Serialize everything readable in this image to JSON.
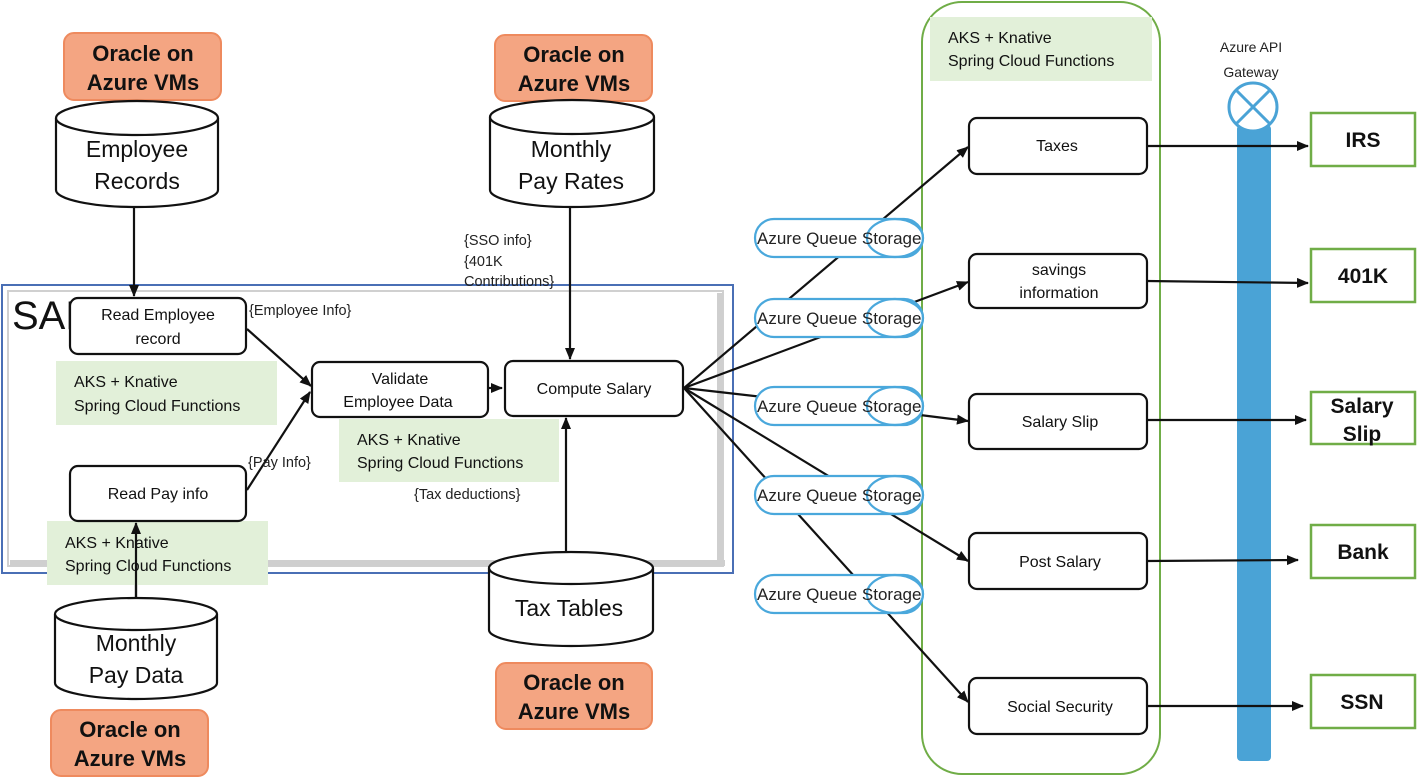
{
  "diagram": {
    "sap_label": "SAP",
    "oracle_badges": [
      {
        "id": "oracle-employee",
        "lines": [
          "Oracle on",
          "Azure VMs"
        ]
      },
      {
        "id": "oracle-payrates",
        "lines": [
          "Oracle on",
          "Azure VMs"
        ]
      },
      {
        "id": "oracle-paydata",
        "lines": [
          "Oracle on",
          "Azure VMs"
        ]
      },
      {
        "id": "oracle-taxtables",
        "lines": [
          "Oracle on",
          "Azure VMs"
        ]
      }
    ],
    "databases": [
      {
        "id": "employee-records",
        "lines": [
          "Employee",
          "Records"
        ]
      },
      {
        "id": "monthly-pay-rates",
        "lines": [
          "Monthly",
          "Pay Rates"
        ]
      },
      {
        "id": "monthly-pay-data",
        "lines": [
          "Monthly",
          "Pay Data"
        ]
      },
      {
        "id": "tax-tables",
        "lines": [
          "Tax Tables"
        ]
      }
    ],
    "sap_processes": [
      {
        "id": "read-employee-record",
        "lines": [
          "Read Employee",
          "record"
        ]
      },
      {
        "id": "read-pay-info",
        "lines": [
          "Read Pay info"
        ]
      },
      {
        "id": "validate-employee-data",
        "lines": [
          "Validate",
          "Employee Data"
        ]
      },
      {
        "id": "compute-salary",
        "lines": [
          "Compute Salary"
        ]
      }
    ],
    "aks_labels": [
      {
        "id": "aks-read-employee",
        "lines": [
          "AKS + Knative",
          "Spring Cloud Functions"
        ]
      },
      {
        "id": "aks-read-pay",
        "lines": [
          "AKS + Knative",
          "Spring Cloud Functions"
        ]
      },
      {
        "id": "aks-validate",
        "lines": [
          "AKS + Knative",
          "Spring Cloud Functions"
        ]
      },
      {
        "id": "aks-functions-group",
        "lines": [
          "AKS + Knative",
          "Spring Cloud Functions"
        ]
      }
    ],
    "flow_labels": {
      "employee_info": "{Employee Info}",
      "pay_info": "{Pay Info}",
      "tax_deductions": "{Tax deductions}",
      "sso_info": "{SSO info}",
      "contrib_1": "{401K",
      "contrib_2": "Contributions}"
    },
    "queues": [
      {
        "label": "Azure Queue Storage"
      },
      {
        "label": "Azure Queue Storage"
      },
      {
        "label": "Azure Queue Storage"
      },
      {
        "label": "Azure Queue Storage"
      },
      {
        "label": "Azure Queue Storage"
      }
    ],
    "functions": [
      {
        "id": "taxes",
        "lines": [
          "Taxes"
        ]
      },
      {
        "id": "savings-information",
        "lines": [
          "savings",
          "information"
        ]
      },
      {
        "id": "salary-slip",
        "lines": [
          "Salary Slip"
        ]
      },
      {
        "id": "post-salary",
        "lines": [
          "Post Salary"
        ]
      },
      {
        "id": "social-security",
        "lines": [
          "Social Security"
        ]
      }
    ],
    "gateway": {
      "lines": [
        "Azure API",
        "Gateway"
      ]
    },
    "external_systems": [
      {
        "id": "irs",
        "lines": [
          "IRS"
        ]
      },
      {
        "id": "401k",
        "lines": [
          "401K"
        ]
      },
      {
        "id": "salary-slip-ext",
        "lines": [
          "Salary",
          "Slip"
        ]
      },
      {
        "id": "bank",
        "lines": [
          "Bank"
        ]
      },
      {
        "id": "ssn",
        "lines": [
          "SSN"
        ]
      }
    ],
    "colors": {
      "oracle_fill": "#f4a582",
      "oracle_stroke": "#ee8a5e",
      "aks_fill": "#e2f0d9",
      "sap_border": "#4a6fb5",
      "queue_stroke": "#4aa8dc",
      "group_stroke": "#70ad47",
      "gateway_fill": "#4aa3d6",
      "external_stroke": "#70ad47"
    }
  }
}
